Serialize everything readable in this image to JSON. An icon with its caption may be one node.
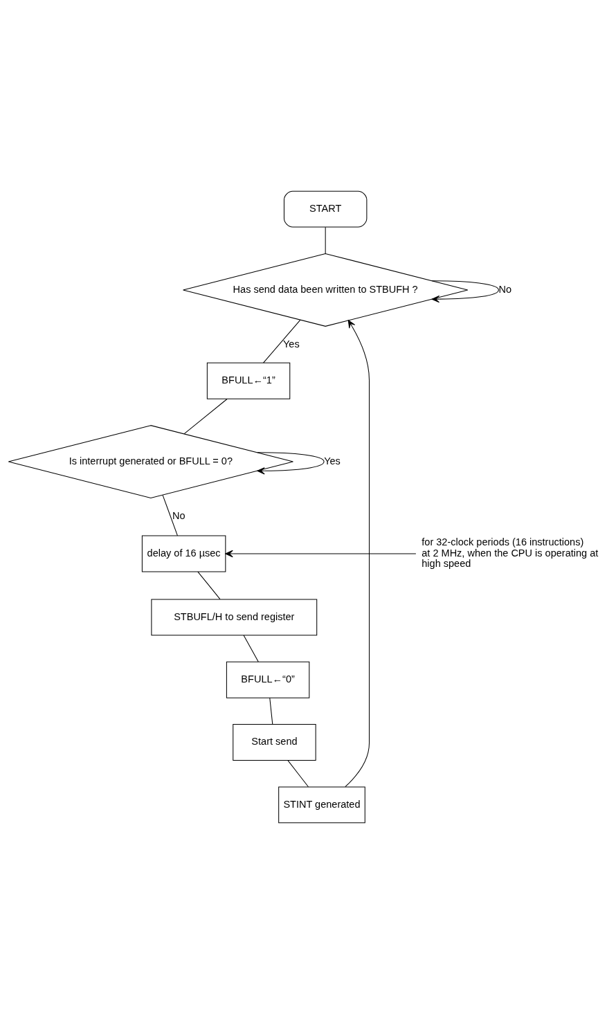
{
  "diagram": {
    "nodes": [
      {
        "text": [
          "START"
        ]
      },
      {
        "text": [
          "Has send data been written to STBUFH ?"
        ]
      },
      {
        "text": [
          "BFULL←“1”"
        ]
      },
      {
        "text": [
          "Is interrupt generated or BFULL = 0?"
        ]
      },
      {
        "text": [
          "delay of 16 µsec"
        ]
      },
      {
        "text": [
          "for 32-clock periods (16 instructions) at 2 MHz, when the CPU is operating at high speed"
        ]
      },
      {
        "text": [
          "STBUFL/H to send register"
        ]
      },
      {
        "text": [
          "BFULL←“0”"
        ]
      },
      {
        "text": [
          "Start send"
        ]
      },
      {
        "text": [
          "STINT generated"
        ]
      }
    ],
    "edges": [
      {
        "from": 0,
        "to": 1,
        "arrow": "none"
      },
      {
        "from": 1,
        "to": 2,
        "arrow": "none",
        "label": "Yes"
      },
      {
        "from": 1,
        "to": 1,
        "arrow": "to",
        "label": "No"
      },
      {
        "from": 2,
        "to": 3,
        "arrow": "none"
      },
      {
        "from": 3,
        "to": 3,
        "arrow": "to",
        "label": "Yes"
      },
      {
        "from": 3,
        "to": 4,
        "arrow": "none",
        "label": "No"
      },
      {
        "from": 5,
        "to": 4,
        "arrow": "to"
      },
      {
        "from": 4,
        "to": 6,
        "arrow": "none"
      },
      {
        "from": 6,
        "to": 7,
        "arrow": "none"
      },
      {
        "from": 7,
        "to": 8,
        "arrow": "none"
      },
      {
        "from": 8,
        "to": 9,
        "arrow": "none"
      },
      {
        "from": 9,
        "to": 1,
        "arrow": "to"
      }
    ]
  }
}
